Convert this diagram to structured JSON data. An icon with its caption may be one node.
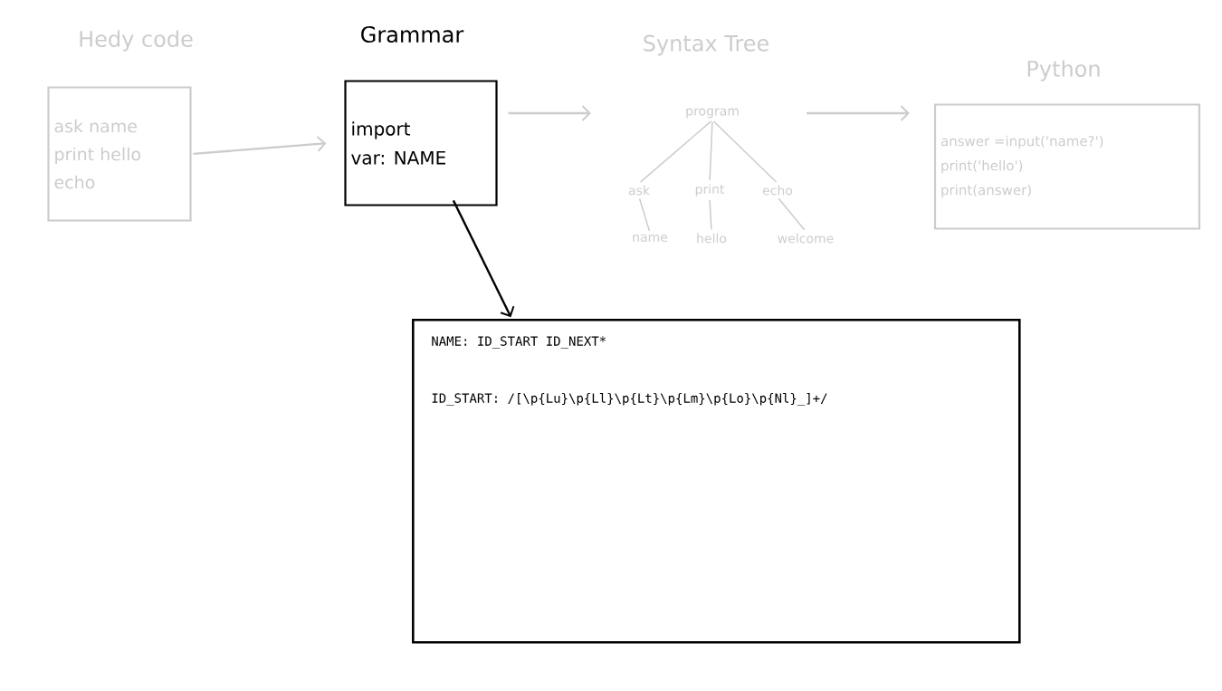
{
  "diagram": {
    "nodes": [
      {
        "text": [
          "Hedy code",
          "ask name",
          "print hello",
          "echo"
        ]
      },
      {
        "text": [
          "Grammar",
          "import",
          "var: NAME"
        ]
      },
      {
        "text": [
          "program"
        ],
        "beside": [
          "Syntax Tree"
        ]
      },
      {
        "text": [
          "ask"
        ]
      },
      {
        "text": [
          "print"
        ]
      },
      {
        "text": [
          "echo"
        ]
      },
      {
        "text": [
          "name"
        ]
      },
      {
        "text": [
          "hello"
        ]
      },
      {
        "text": [
          "welcome"
        ]
      },
      {
        "text": [
          "Python",
          "answer =input('name?')",
          "print('hello')",
          "print(answer)"
        ]
      },
      {
        "text": [
          "NAME: ID_START ID_NEXT*",
          "ID_START: /[\\p{Lu}\\p{Ll}\\p{Lt}\\p{Lm}\\p{Lo}\\p{Nl}_]+/"
        ]
      }
    ],
    "edges": [
      {
        "from": 0,
        "to": 1,
        "arrow": "to"
      },
      {
        "from": 1,
        "to": 2,
        "arrow": "to"
      },
      {
        "from": 2,
        "to": 3,
        "arrow": "none"
      },
      {
        "from": 2,
        "to": 4,
        "arrow": "none"
      },
      {
        "from": 2,
        "to": 5,
        "arrow": "none"
      },
      {
        "from": 3,
        "to": 6,
        "arrow": "none"
      },
      {
        "from": 4,
        "to": 7,
        "arrow": "none"
      },
      {
        "from": 5,
        "to": 8,
        "arrow": "none"
      },
      {
        "from": 2,
        "to": 9,
        "arrow": "to"
      },
      {
        "from": 1,
        "to": 10,
        "arrow": "to",
        "color": "#000000"
      }
    ]
  }
}
